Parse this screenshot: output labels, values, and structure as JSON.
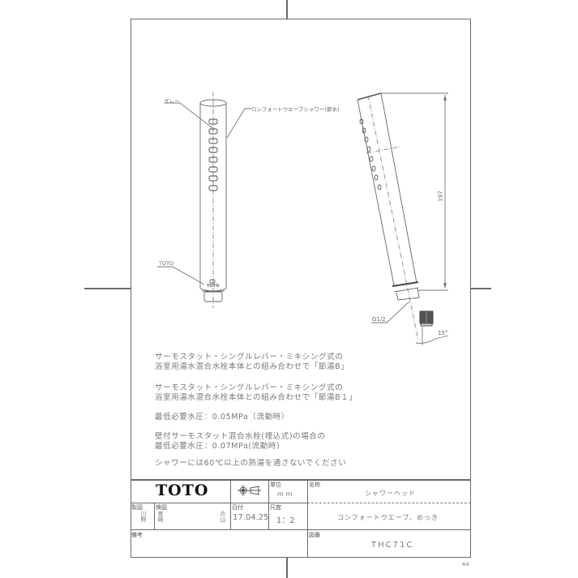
{
  "drawing": {
    "front_view": {
      "label_color_part": "グレー",
      "label_product": "コンフォートウエーブシャワー(節水)",
      "label_logo": "TOTO",
      "logo_text": "TOTO",
      "nozzle_count": 8
    },
    "side_view": {
      "dimension_length": "197",
      "thread_label": "G1/2",
      "angle_label": "15°"
    }
  },
  "notes": [
    {
      "line1": "サーモスタット・シングルレバー・ミキシング式の",
      "line2": "浴室用湯水混合水栓本体との組み合わせで「節湯B」"
    },
    {
      "line1": "サーモスタット・シングルレバー・ミキシング式の",
      "line2": "浴室用湯水混合水栓本体との組み合わせで「節湯B１」"
    },
    {
      "line1": "最低必要水圧：0.05MPa（流動時）"
    },
    {
      "line1": "壁付サーモスタット混合水栓(埋込式)の場合の",
      "line2": "最低必要水圧：0.07MPa(流動時)"
    },
    {
      "line1": "シャワーには60℃以上の熱湯を通さないでください"
    }
  ],
  "title_block": {
    "brand": "TOTO",
    "projection_symbol": "third-angle-projection-icon",
    "unit_header": "単位",
    "unit_value": "mm",
    "name_header": "名称",
    "name_value": "シャワーヘッド",
    "description": "コンフォートウエーブ、めっき",
    "drafted_header": "製図",
    "drafted_by": "川野",
    "checked_header": "検図",
    "checked_by_1": "宮崎",
    "checked_by_2": "片山",
    "date_header": "日付",
    "date_value": "17.04.25",
    "scale_header": "尺度",
    "scale_value": "1：2",
    "remarks_header": "備考",
    "drawing_no_header": "図番",
    "drawing_no_value": "THC71C"
  },
  "sheet_size": "A4"
}
